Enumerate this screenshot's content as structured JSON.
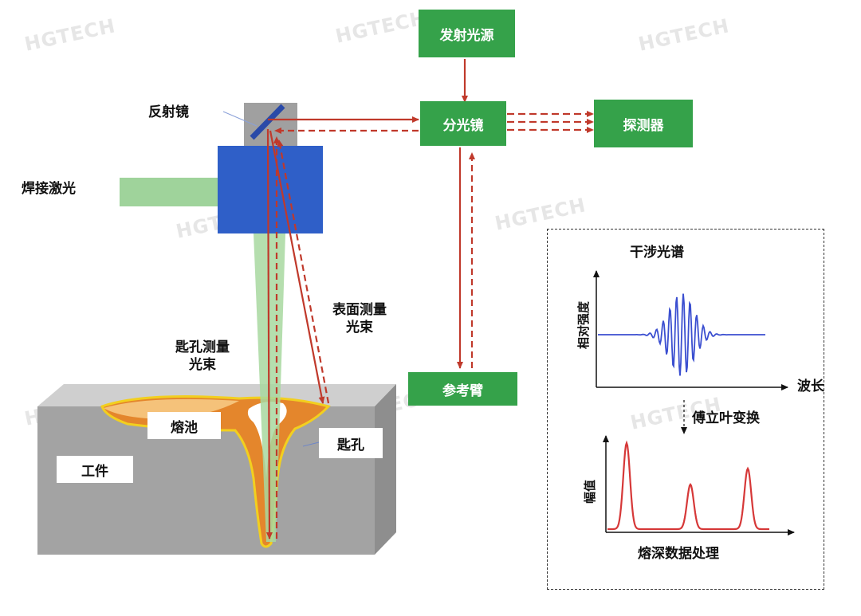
{
  "labels": {
    "source": "发射光源",
    "splitter": "分光镜",
    "detector": "探测器",
    "reflector": "反射镜",
    "weld_laser": "焊接激光",
    "surface_beam": "表面测量\n光束",
    "keyhole_beam": "匙孔测量\n光束",
    "reference_arm": "参考臂",
    "melt_pool": "熔池",
    "keyhole": "匙孔",
    "workpiece": "工件"
  },
  "panel": {
    "title": "干涉光谱",
    "ylabel_top": "相对强度",
    "xlabel_top": "波长",
    "transform": "傅立叶变换",
    "ylabel_bottom": "幅值",
    "caption": "熔深数据处理"
  },
  "watermark": "HGTECH",
  "colors": {
    "green": "#35a24a",
    "blue_head": "#2f5fc8",
    "beam_red": "#c0392b",
    "wave_blue": "#3b4fd0",
    "peak_red": "#d63838",
    "workpiece_gray": "#a3a3a3",
    "melt_orange": "#e4862c"
  }
}
